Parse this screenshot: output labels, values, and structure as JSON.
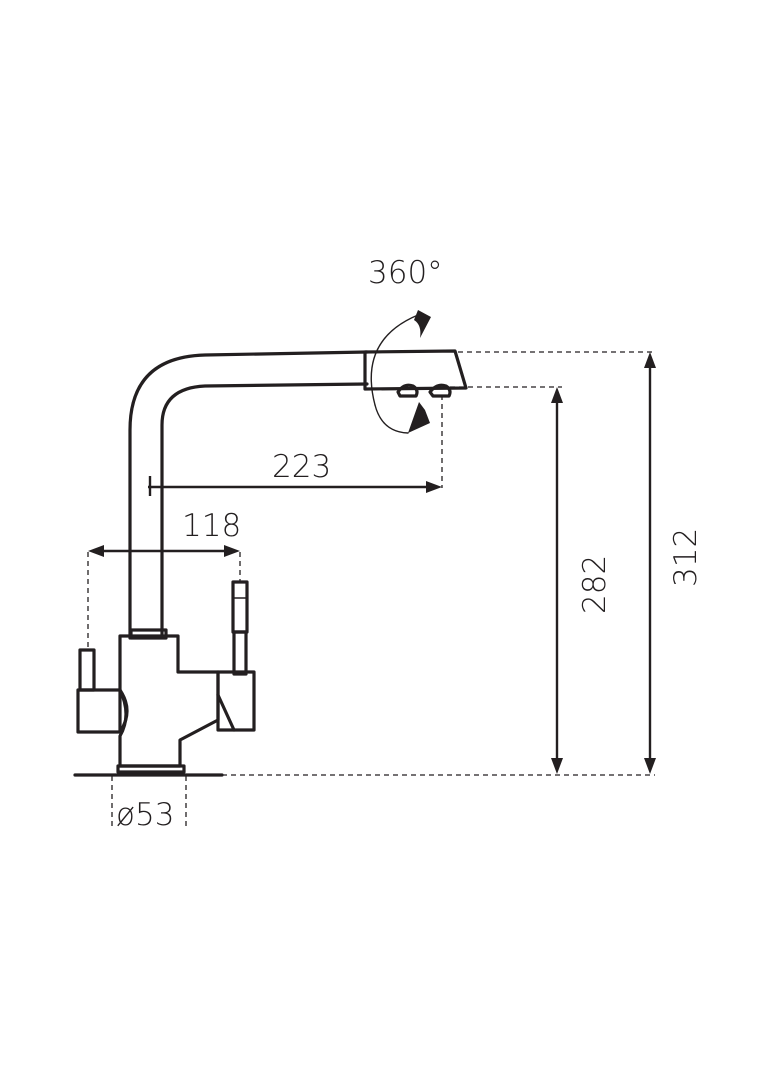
{
  "colors": {
    "ink": "#231f20",
    "background": "#ffffff"
  },
  "dimensions": {
    "rotation": "360°",
    "reach": "223",
    "handle_span": "118",
    "spout_height": "282",
    "total_height": "312",
    "base_diameter": "ø53"
  }
}
